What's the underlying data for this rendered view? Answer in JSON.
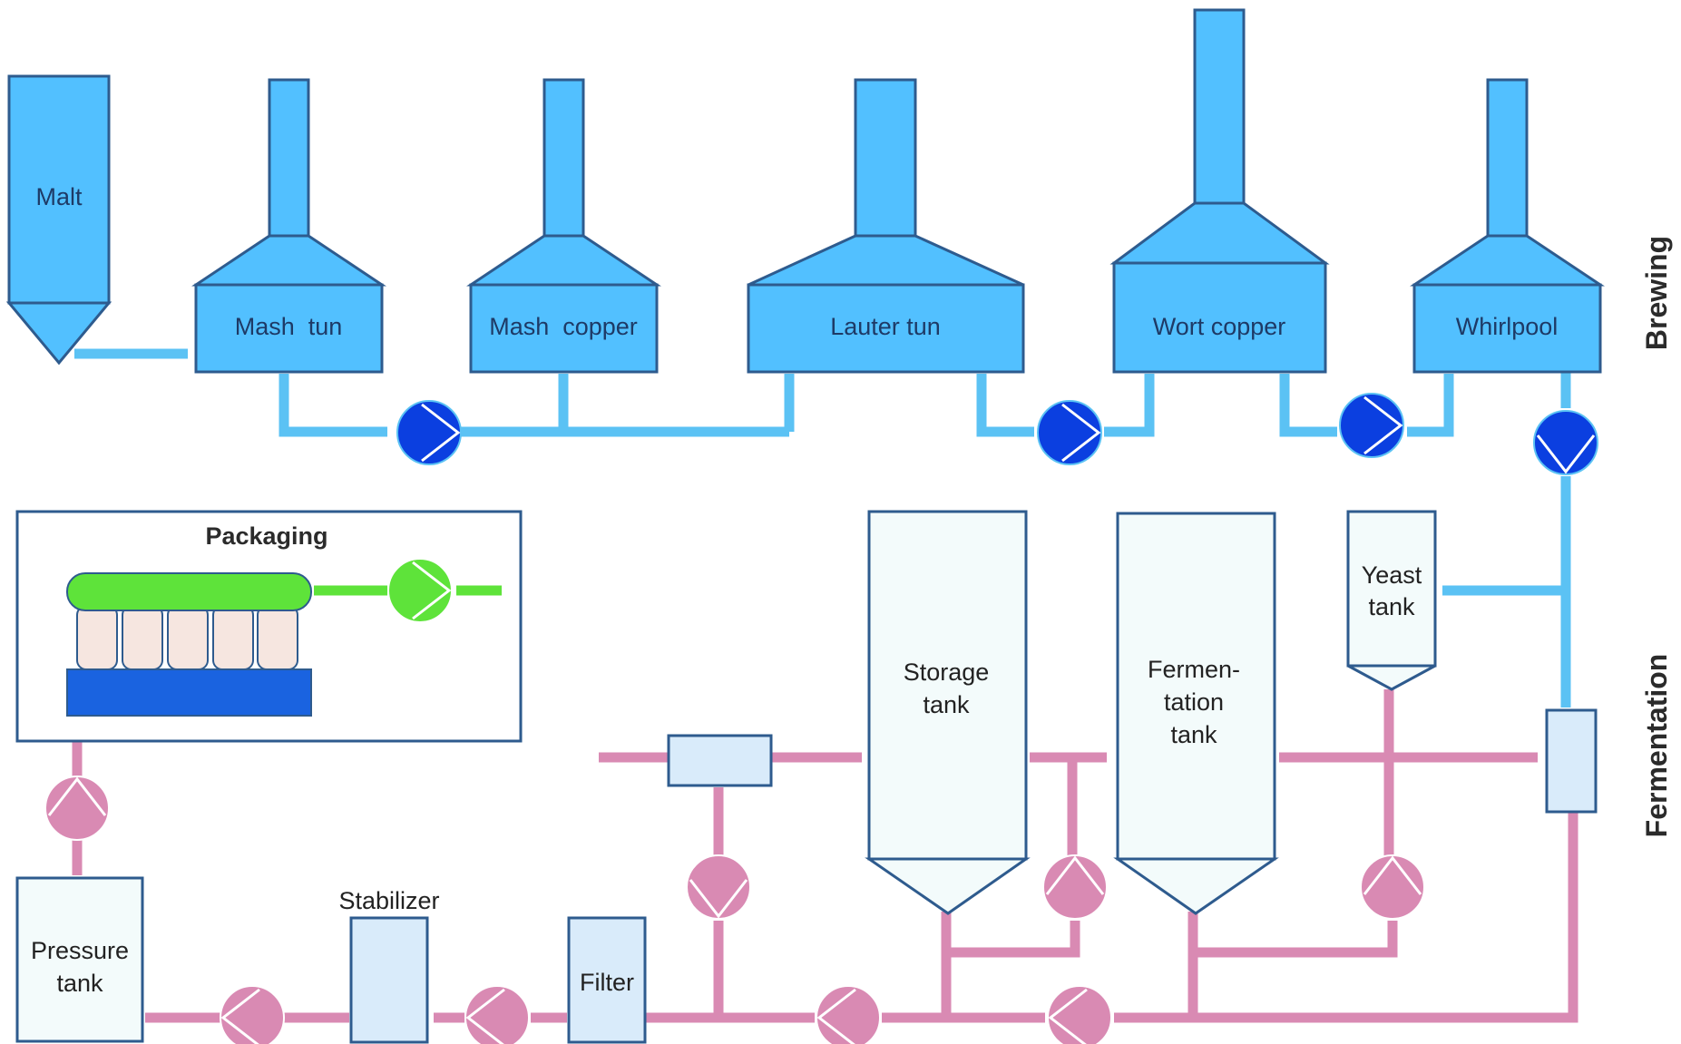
{
  "sections": {
    "brewing": "Brewing",
    "fermentation": "Fermentation"
  },
  "brewing": {
    "malt": "Malt",
    "mash_tun": "Mash  tun",
    "mash_copper": "Mash  copper",
    "lauter_tun": "Lauter tun",
    "wort_copper": "Wort copper",
    "whirlpool": "Whirlpool"
  },
  "fermentation": {
    "yeast_tank": [
      "Yeast",
      "tank"
    ],
    "storage_tank": [
      "Storage",
      "tank"
    ],
    "fermentation_tank": [
      "Fermen-",
      "tation",
      "tank"
    ],
    "pressure_tank": [
      "Pressure",
      "tank"
    ],
    "stabilizer": "Stabilizer",
    "filter": "Filter"
  },
  "packaging": {
    "title": "Packaging"
  },
  "colors": {
    "vessel_fill": "#52c0ff",
    "outline": "#2e5b8e",
    "wort_pipe": "#5bc2f4",
    "beer_pipe": "#d98ab3",
    "packaging_pipe": "#5ee33a",
    "pump_blue": "#0b3fe0",
    "pump_pink": "#d98ab3",
    "pump_green": "#5ee33a",
    "conveyor_base": "#1a63e0",
    "bottle_fill": "#f6e6e0"
  }
}
